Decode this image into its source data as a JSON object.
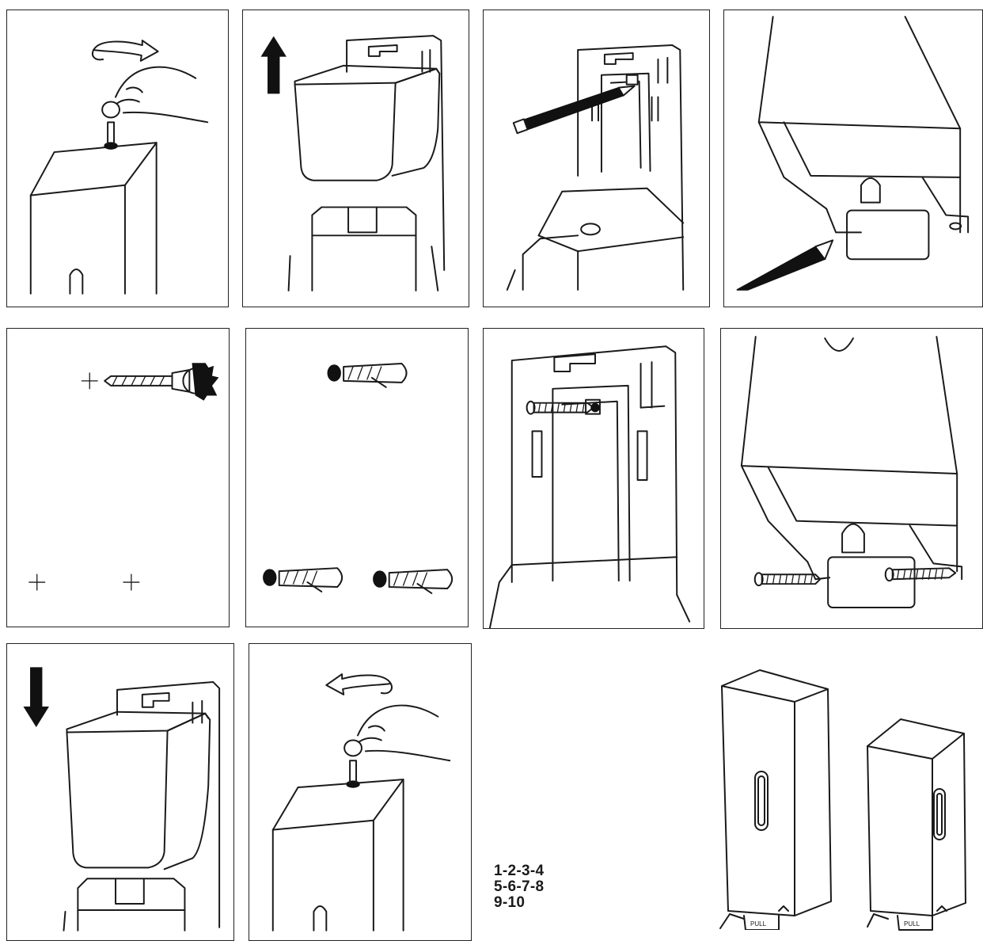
{
  "sequence": {
    "line1": "1-2-3-4",
    "line2": "5-6-7-8",
    "line3": "9-10"
  },
  "product_labels": {
    "large_pull": "PULL",
    "small_pull": "PULL"
  }
}
